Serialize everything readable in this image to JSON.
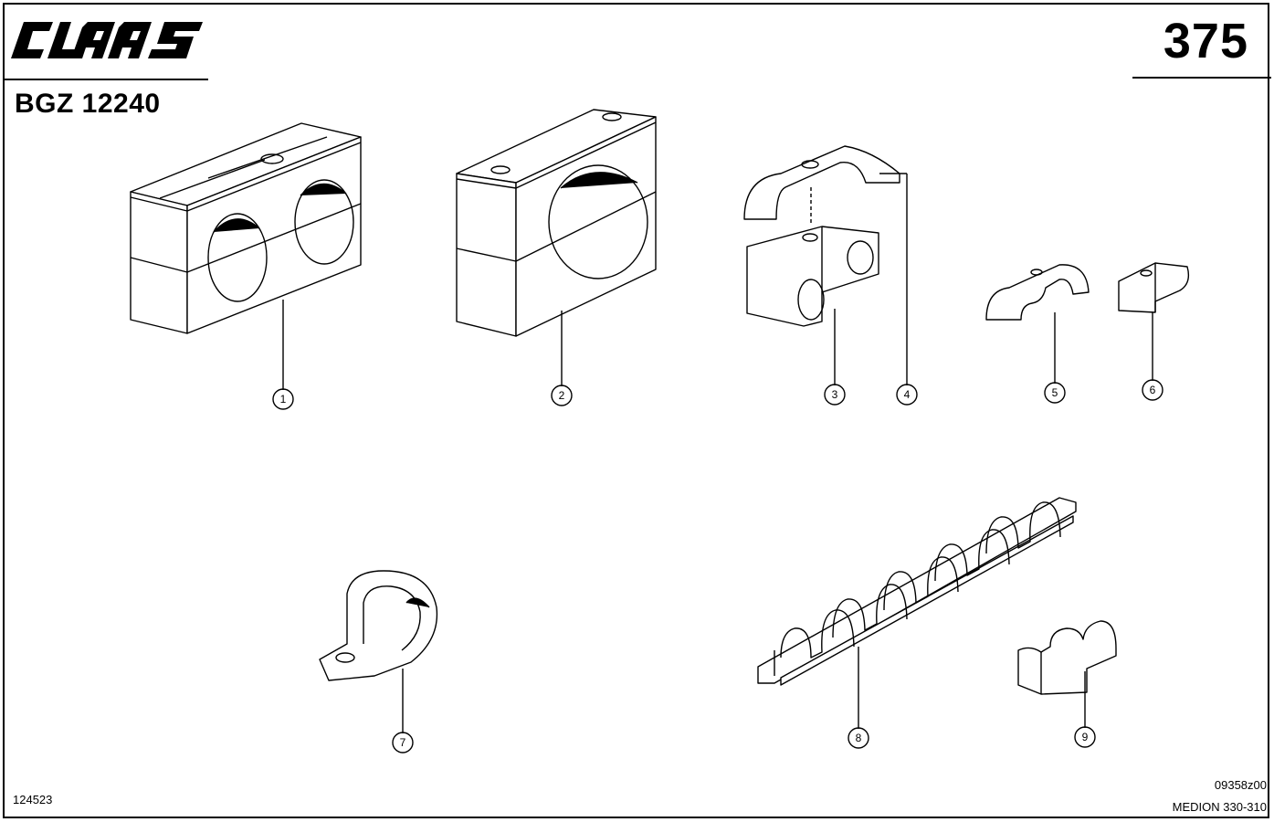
{
  "header": {
    "brand": "CLAAS",
    "page_number": "375",
    "group_code": "BGZ 12240"
  },
  "footer": {
    "left_code": "124523",
    "drawing_code": "09358z00",
    "model": "MEDION 330-310"
  },
  "callouts": {
    "c1": "1",
    "c2": "2",
    "c3": "3",
    "c4": "4",
    "c5": "5",
    "c6": "6",
    "c7": "7",
    "c8": "8",
    "c9": "9"
  }
}
